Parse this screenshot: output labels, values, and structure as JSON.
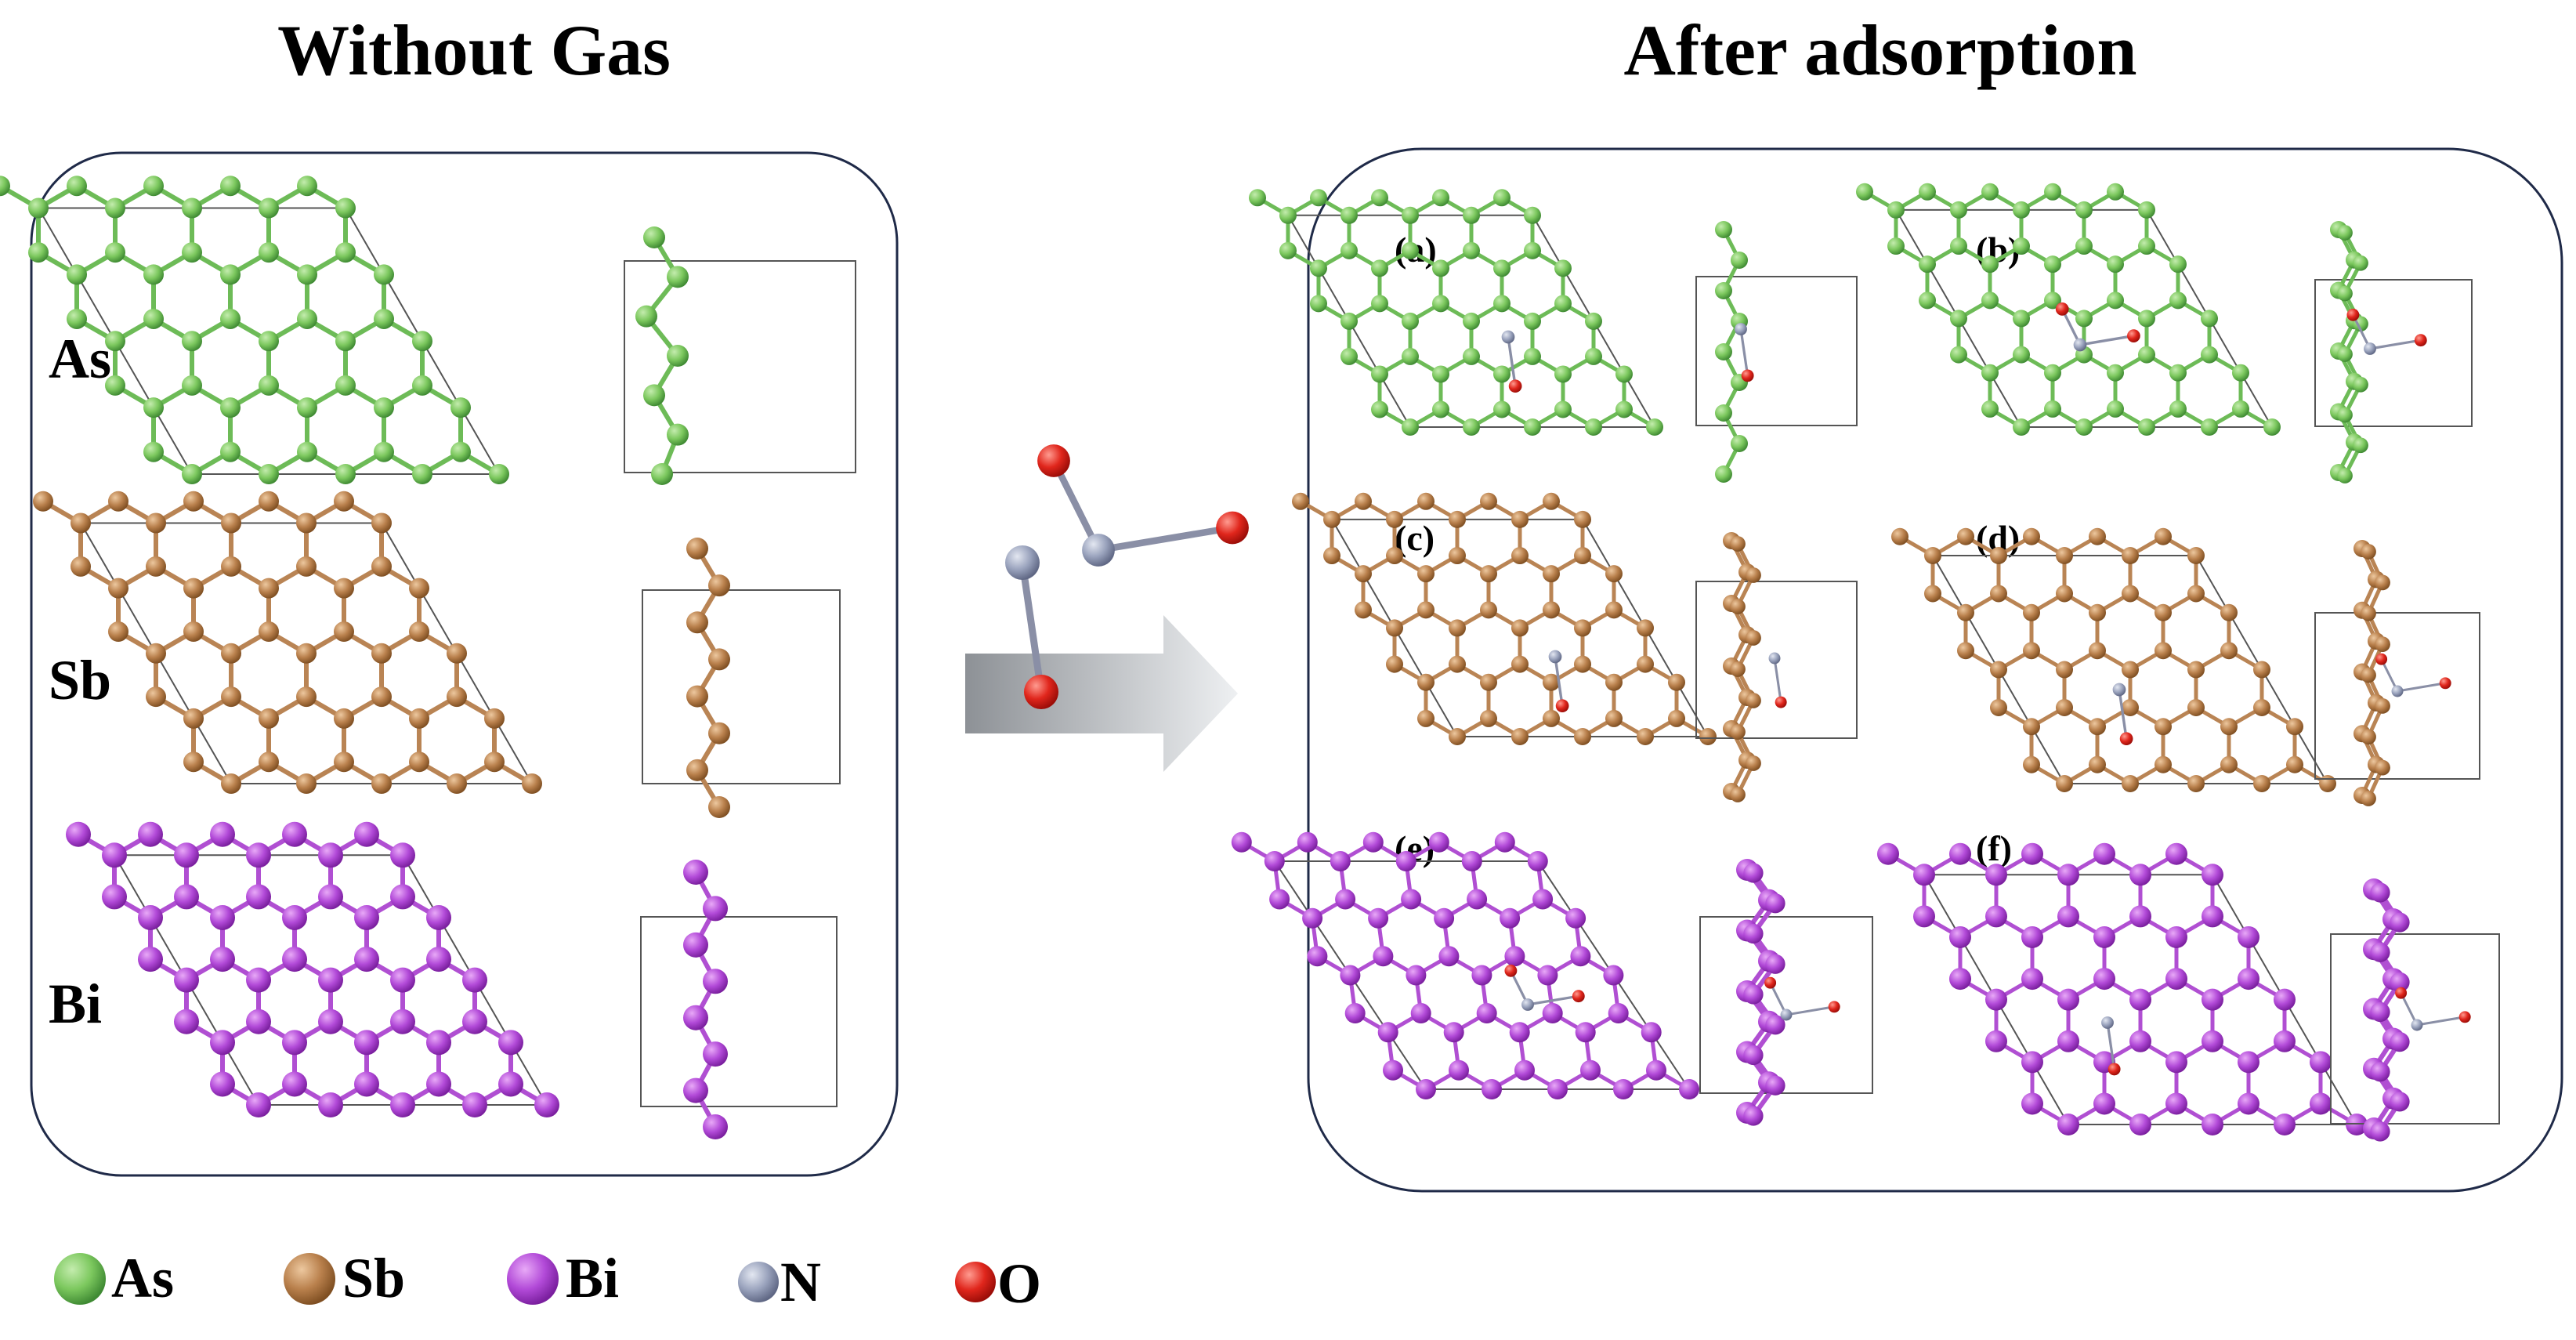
{
  "titles": {
    "left": "Without Gas",
    "right": "After adsorption"
  },
  "row_labels": [
    "As",
    "Sb",
    "Bi"
  ],
  "panel_labels": [
    "(a)",
    "(b)",
    "(c)",
    "(d)",
    "(e)",
    "(f)"
  ],
  "legend": [
    {
      "label": "As",
      "color": "#5cb85c"
    },
    {
      "label": "Sb",
      "color": "#b5733e"
    },
    {
      "label": "Bi",
      "color": "#b045d6"
    },
    {
      "label": "N",
      "color": "#9aa3bd"
    },
    {
      "label": "O",
      "color": "#e0261c"
    }
  ],
  "colors": {
    "As": {
      "bond": "#6dbb57",
      "atom": "#7cc85e",
      "light": "#c4ecae",
      "dark": "#3f8a33"
    },
    "Sb": {
      "bond": "#b98454",
      "atom": "#b9804c",
      "light": "#edc89f",
      "dark": "#7f4f22"
    },
    "Bi": {
      "bond": "#b04fd2",
      "atom": "#b24ad8",
      "light": "#e8a9f7",
      "dark": "#7a1f9e"
    },
    "N": {
      "atom": "#9aa3bd",
      "light": "#e3e7f1",
      "dark": "#5f6784"
    },
    "O": {
      "atom": "#e0261c",
      "light": "#ff9b90",
      "dark": "#9b0d08"
    },
    "frame": "#1f2a48",
    "cell": "#555555"
  },
  "icons": {
    "arrow": "process-arrow-icon",
    "molecule_no": "no-molecule-icon",
    "molecule_no2": "no2-molecule-icon"
  }
}
